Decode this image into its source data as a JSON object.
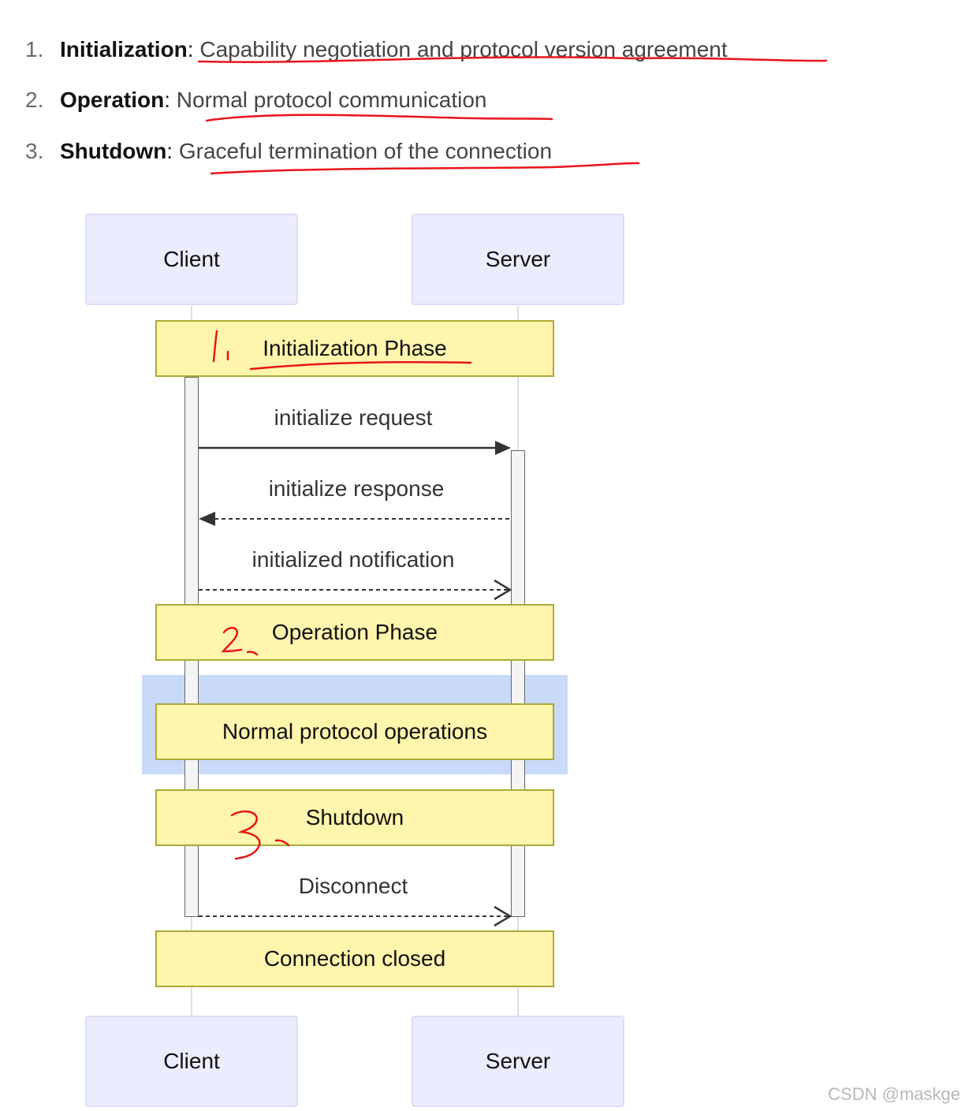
{
  "steps": [
    {
      "number": "1.",
      "term": "Initialization",
      "description": "Capability negotiation and protocol version agreement"
    },
    {
      "number": "2.",
      "term": "Operation",
      "description": "Normal protocol communication"
    },
    {
      "number": "3.",
      "term": "Shutdown",
      "description": "Graceful termination of the connection"
    }
  ],
  "diagram": {
    "participants": [
      "Client",
      "Server"
    ],
    "notes": {
      "init": "Initialization Phase",
      "operation": "Operation Phase",
      "normal_ops": "Normal protocol operations",
      "shutdown": "Shutdown",
      "closed": "Connection closed"
    },
    "messages": {
      "init_request": "initialize request",
      "init_response": "initialize response",
      "initialized_notification": "initialized notification",
      "disconnect": "Disconnect"
    }
  },
  "annotations": {
    "mark1": "1.",
    "mark2": "2.",
    "mark3": "3."
  },
  "watermark": "CSDN @maskge",
  "colors": {
    "actor_fill": "#ECECFF",
    "note_fill": "#FFF5AD",
    "note_border": "#AAAA33",
    "rect_fill": "#C8DAF8",
    "annotation_red": "#E8141C"
  }
}
